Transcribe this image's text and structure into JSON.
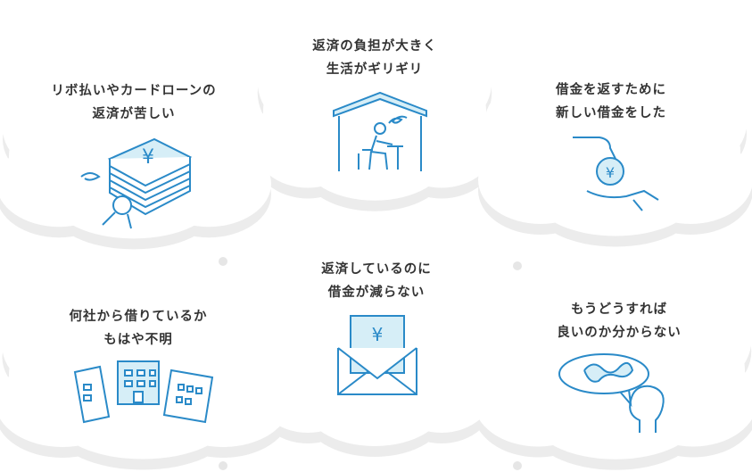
{
  "bubbles": [
    {
      "line1": "リボ払いやカードローンの",
      "line2": "返済が苦しい",
      "icon": "money-stack-icon"
    },
    {
      "line1": "返済の負担が大きく",
      "line2": "生活がギリギリ",
      "icon": "house-person-icon"
    },
    {
      "line1": "借金を返すために",
      "line2": "新しい借金をした",
      "icon": "hand-coin-icon"
    },
    {
      "line1": "何社から借りているか",
      "line2": "もはや不明",
      "icon": "buildings-icon"
    },
    {
      "line1": "返済しているのに",
      "line2": "借金が減らない",
      "icon": "envelope-bill-icon"
    },
    {
      "line1": "もうどうすれば",
      "line2": "良いのか分からない",
      "icon": "confused-head-icon"
    }
  ],
  "yen_symbol": "¥",
  "colors": {
    "accent": "#2a8ac8",
    "light": "#d6eef7",
    "cloud_shadow": "#ececec",
    "text": "#333333"
  }
}
